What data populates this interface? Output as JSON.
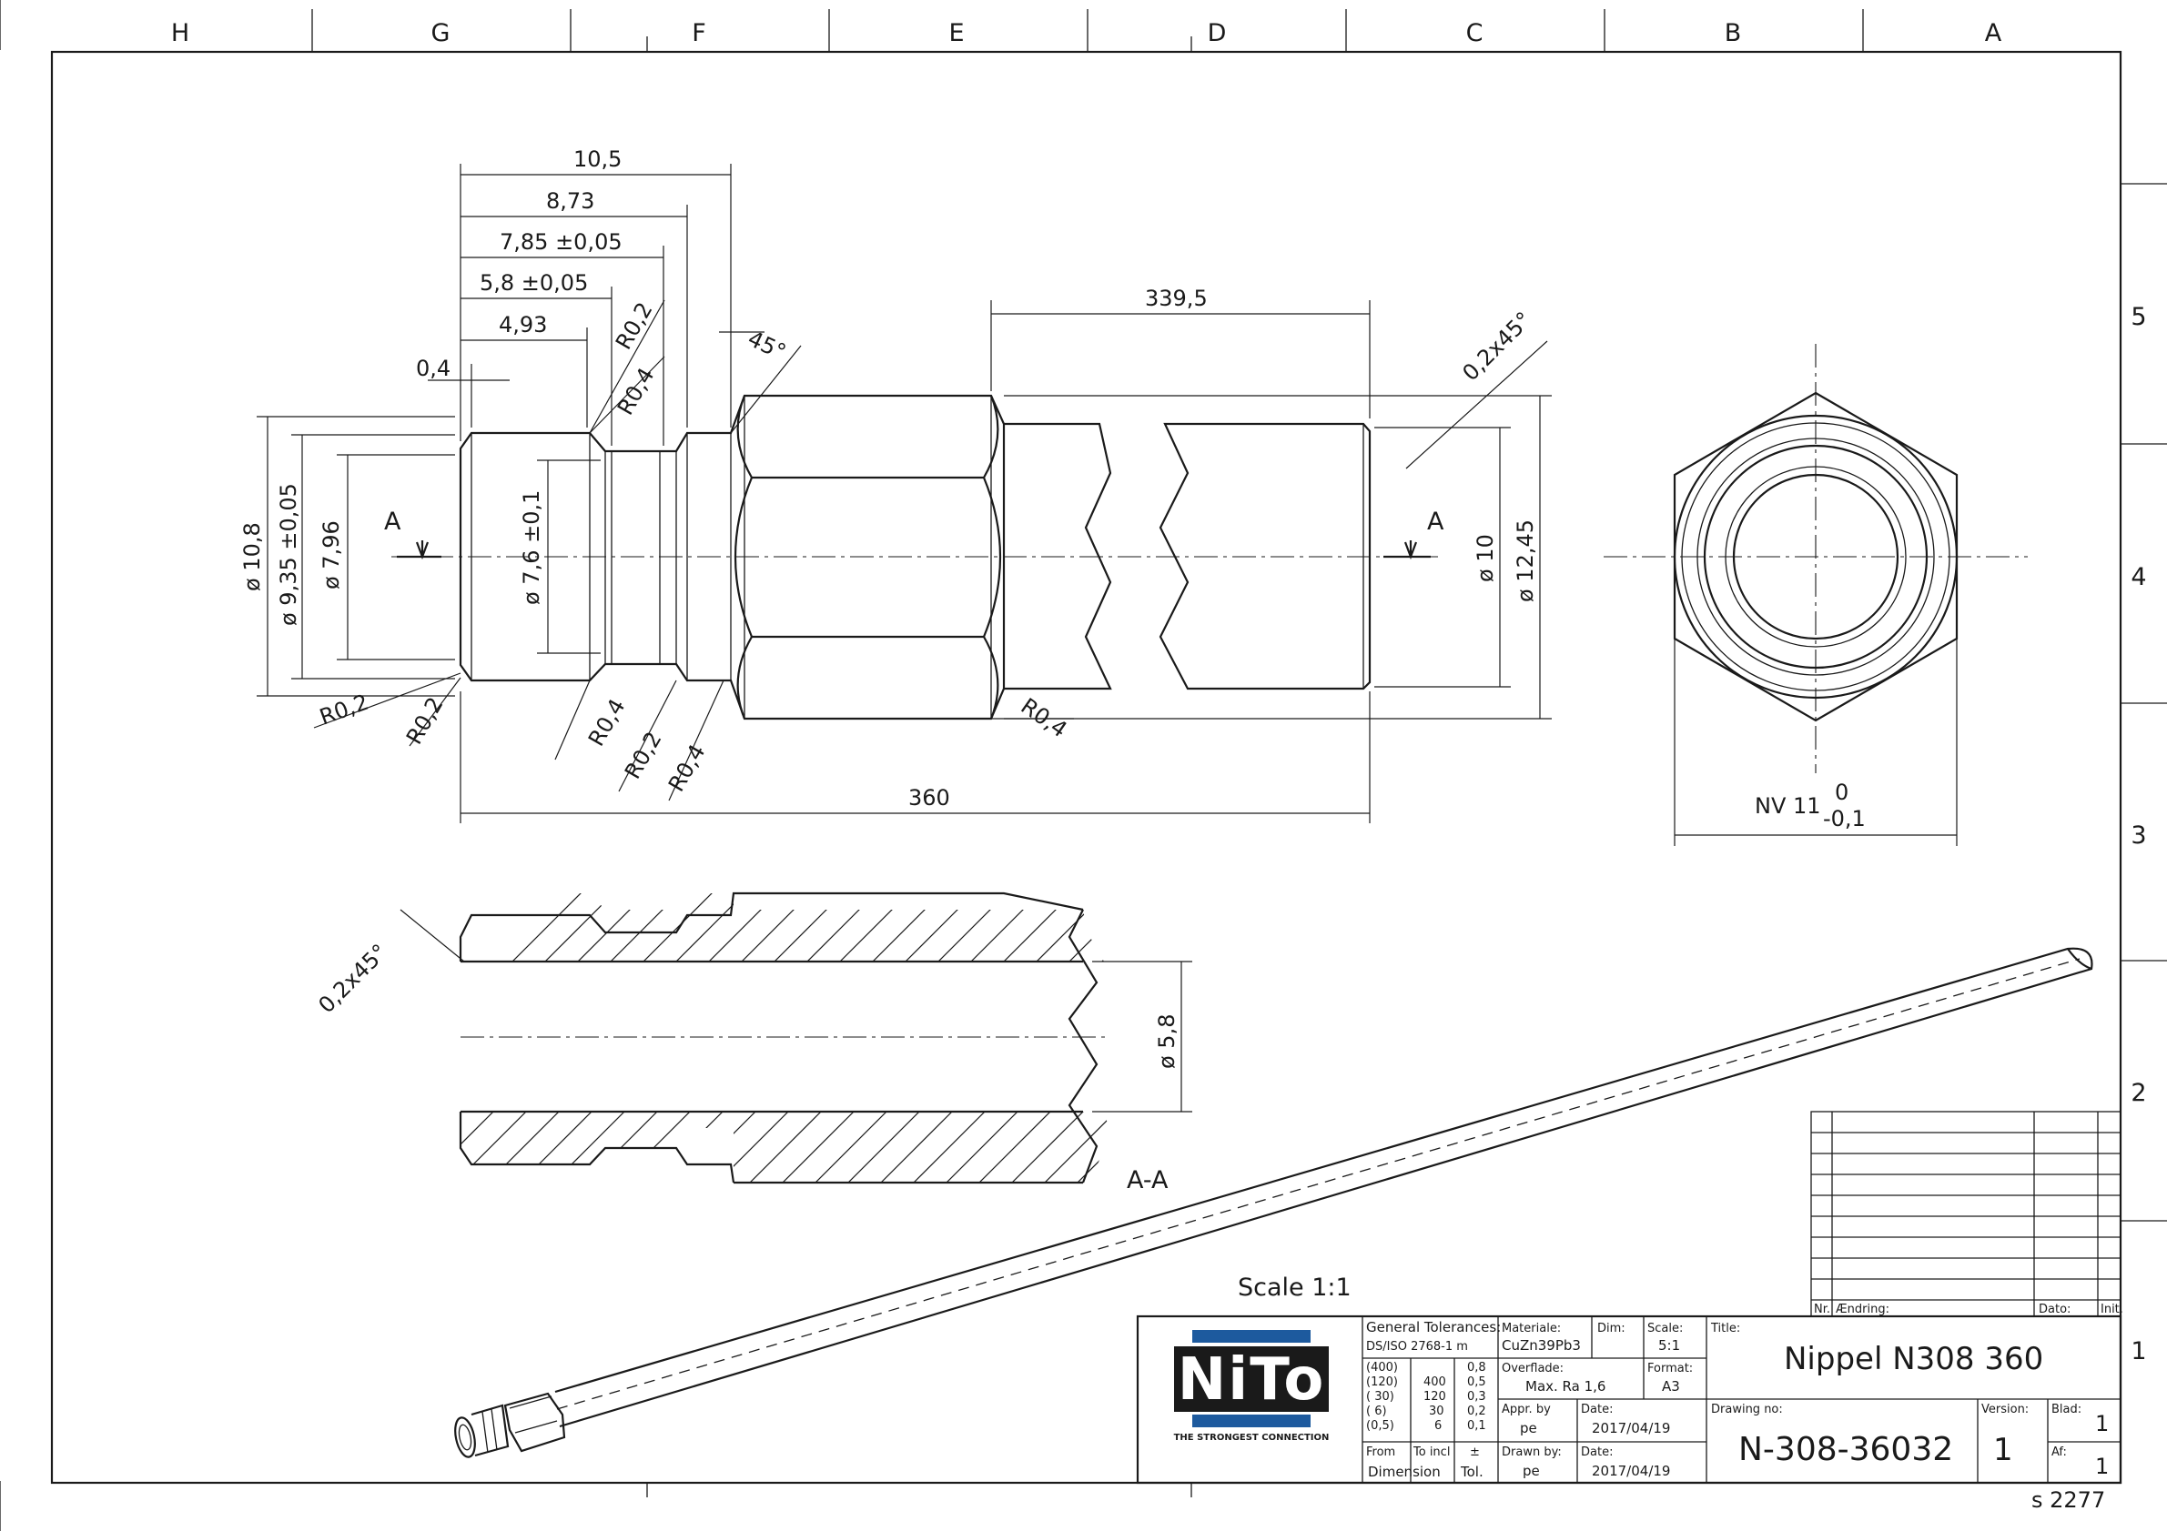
{
  "border": {
    "columns": [
      "H",
      "G",
      "F",
      "E",
      "D",
      "C",
      "B",
      "A"
    ],
    "rows": [
      "5",
      "4",
      "3",
      "2",
      "1"
    ]
  },
  "front_view": {
    "dims_top": [
      "10,5",
      "8,73",
      "7,85 ±0,05",
      "5,8 ±0,05",
      "4,93",
      "0,4"
    ],
    "length": "339,5",
    "overall": "360",
    "chamfer_45": "45°",
    "chamfer_right": "0,2x45°",
    "dia_left": [
      "ø 10,8",
      "ø 9,35 ±0,05",
      "ø 7,96"
    ],
    "dia_inner": "ø 7,6 ±0,1",
    "dia_right": [
      "ø 10",
      "ø 12,45"
    ],
    "radii_top": [
      "R0,2",
      "R0,4"
    ],
    "radii_bottom": [
      "R0,2",
      "R0,2",
      "R0,4",
      "R0,2",
      "R0,4"
    ],
    "radius_body": "R0,4",
    "section_mark": "A"
  },
  "end_view": {
    "across_flats": "NV 11",
    "tol_upper": "0",
    "tol_lower": "-0,1"
  },
  "section_view": {
    "chamfer": "0,2x45°",
    "bore": "ø 5,8",
    "label": "A-A"
  },
  "scale_note": "Scale 1:1",
  "sheet_id": "s 2277",
  "revision_table": {
    "col_nr": "Nr.",
    "col_change": "Ændring:",
    "col_date": "Dato:",
    "col_init": "Init."
  },
  "title_block": {
    "logo_text": "NiTo",
    "logo_tagline": "THE STRONGEST CONNECTION",
    "brand_color": "#1d5a9e",
    "tolerances_label": "General Tolerances:",
    "tolerances_std": "DS/ISO  2768-1 m",
    "tol_rows": [
      [
        "(400)",
        "",
        "0,8"
      ],
      [
        "(120)",
        "400",
        "0,5"
      ],
      [
        "( 30)",
        "120",
        "0,3"
      ],
      [
        "(  6)",
        "30",
        "0,2"
      ],
      [
        "(0,5)",
        "6",
        "0,1"
      ]
    ],
    "from_label": "From",
    "to_label": "To incl",
    "pm_label": "±",
    "dimension_label": "Dimension",
    "tol_label": "Tol.",
    "material_label": "Materiale:",
    "material": "CuZn39Pb3",
    "dim_label": "Dim:",
    "scale_label": "Scale:",
    "scale": "5:1",
    "surface_label": "Overflade:",
    "surface": "Max. Ra 1,6",
    "format_label": "Format:",
    "format": "A3",
    "appr_label": "Appr. by",
    "appr": "pe",
    "date_label": "Date:",
    "appr_date": "2017/04/19",
    "drawn_label": "Drawn by:",
    "drawn": "pe",
    "drawn_date": "2017/04/19",
    "title_label": "Title:",
    "title": "Nippel N308  360",
    "drawing_no_label": "Drawing no:",
    "drawing_no": "N-308-36032",
    "version_label": "Version:",
    "version": "1",
    "sheet_label": "Blad:",
    "sheet": "1",
    "of_label": "Af:",
    "of": "1"
  }
}
